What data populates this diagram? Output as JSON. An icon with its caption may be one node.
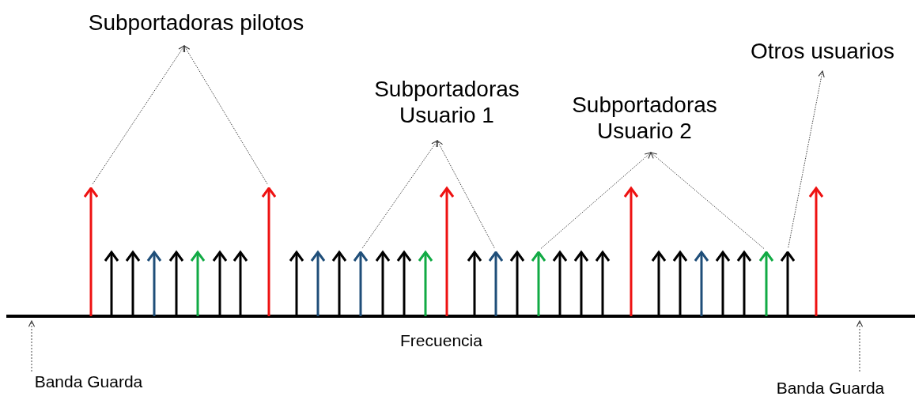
{
  "diagram": {
    "nodes": [
      {
        "text": [
          "Subportadoras pilotos"
        ]
      },
      {
        "text": [
          "Subportadoras Usuario 1"
        ]
      },
      {
        "text": [
          "Subportadoras Usuario 2"
        ]
      },
      {
        "text": [
          "Otros usuarios"
        ]
      },
      {
        "text": [
          "Banda Guarda"
        ]
      },
      {
        "text": [
          "Banda Guarda"
        ]
      },
      {
        "text": [],
        "shape": "arrow"
      },
      {
        "text": [],
        "shape": "arrow"
      },
      {
        "text": [],
        "shape": "arrow"
      },
      {
        "text": [],
        "shape": "arrow"
      },
      {
        "text": [],
        "shape": "arrow"
      },
      {
        "text": [],
        "shape": "arrow"
      },
      {
        "text": [],
        "shape": "arrow"
      }
    ],
    "edges": [
      {
        "from": 6,
        "to": 0,
        "arrow": "to"
      },
      {
        "from": 7,
        "to": 0,
        "arrow": "to"
      },
      {
        "from": 8,
        "to": 1,
        "arrow": "to"
      },
      {
        "from": 9,
        "to": 1,
        "arrow": "to"
      },
      {
        "from": 10,
        "to": 2,
        "arrow": "to"
      },
      {
        "from": 11,
        "to": 2,
        "arrow": "to"
      },
      {
        "from": 12,
        "to": 3,
        "arrow": "to"
      },
      {
        "from": 4,
        "to": null,
        "arrow": "to",
        "style": "dashed"
      },
      {
        "from": 5,
        "to": null,
        "arrow": "to",
        "style": "dashed"
      }
    ],
    "labels": [
      "Frecuencia"
    ]
  }
}
